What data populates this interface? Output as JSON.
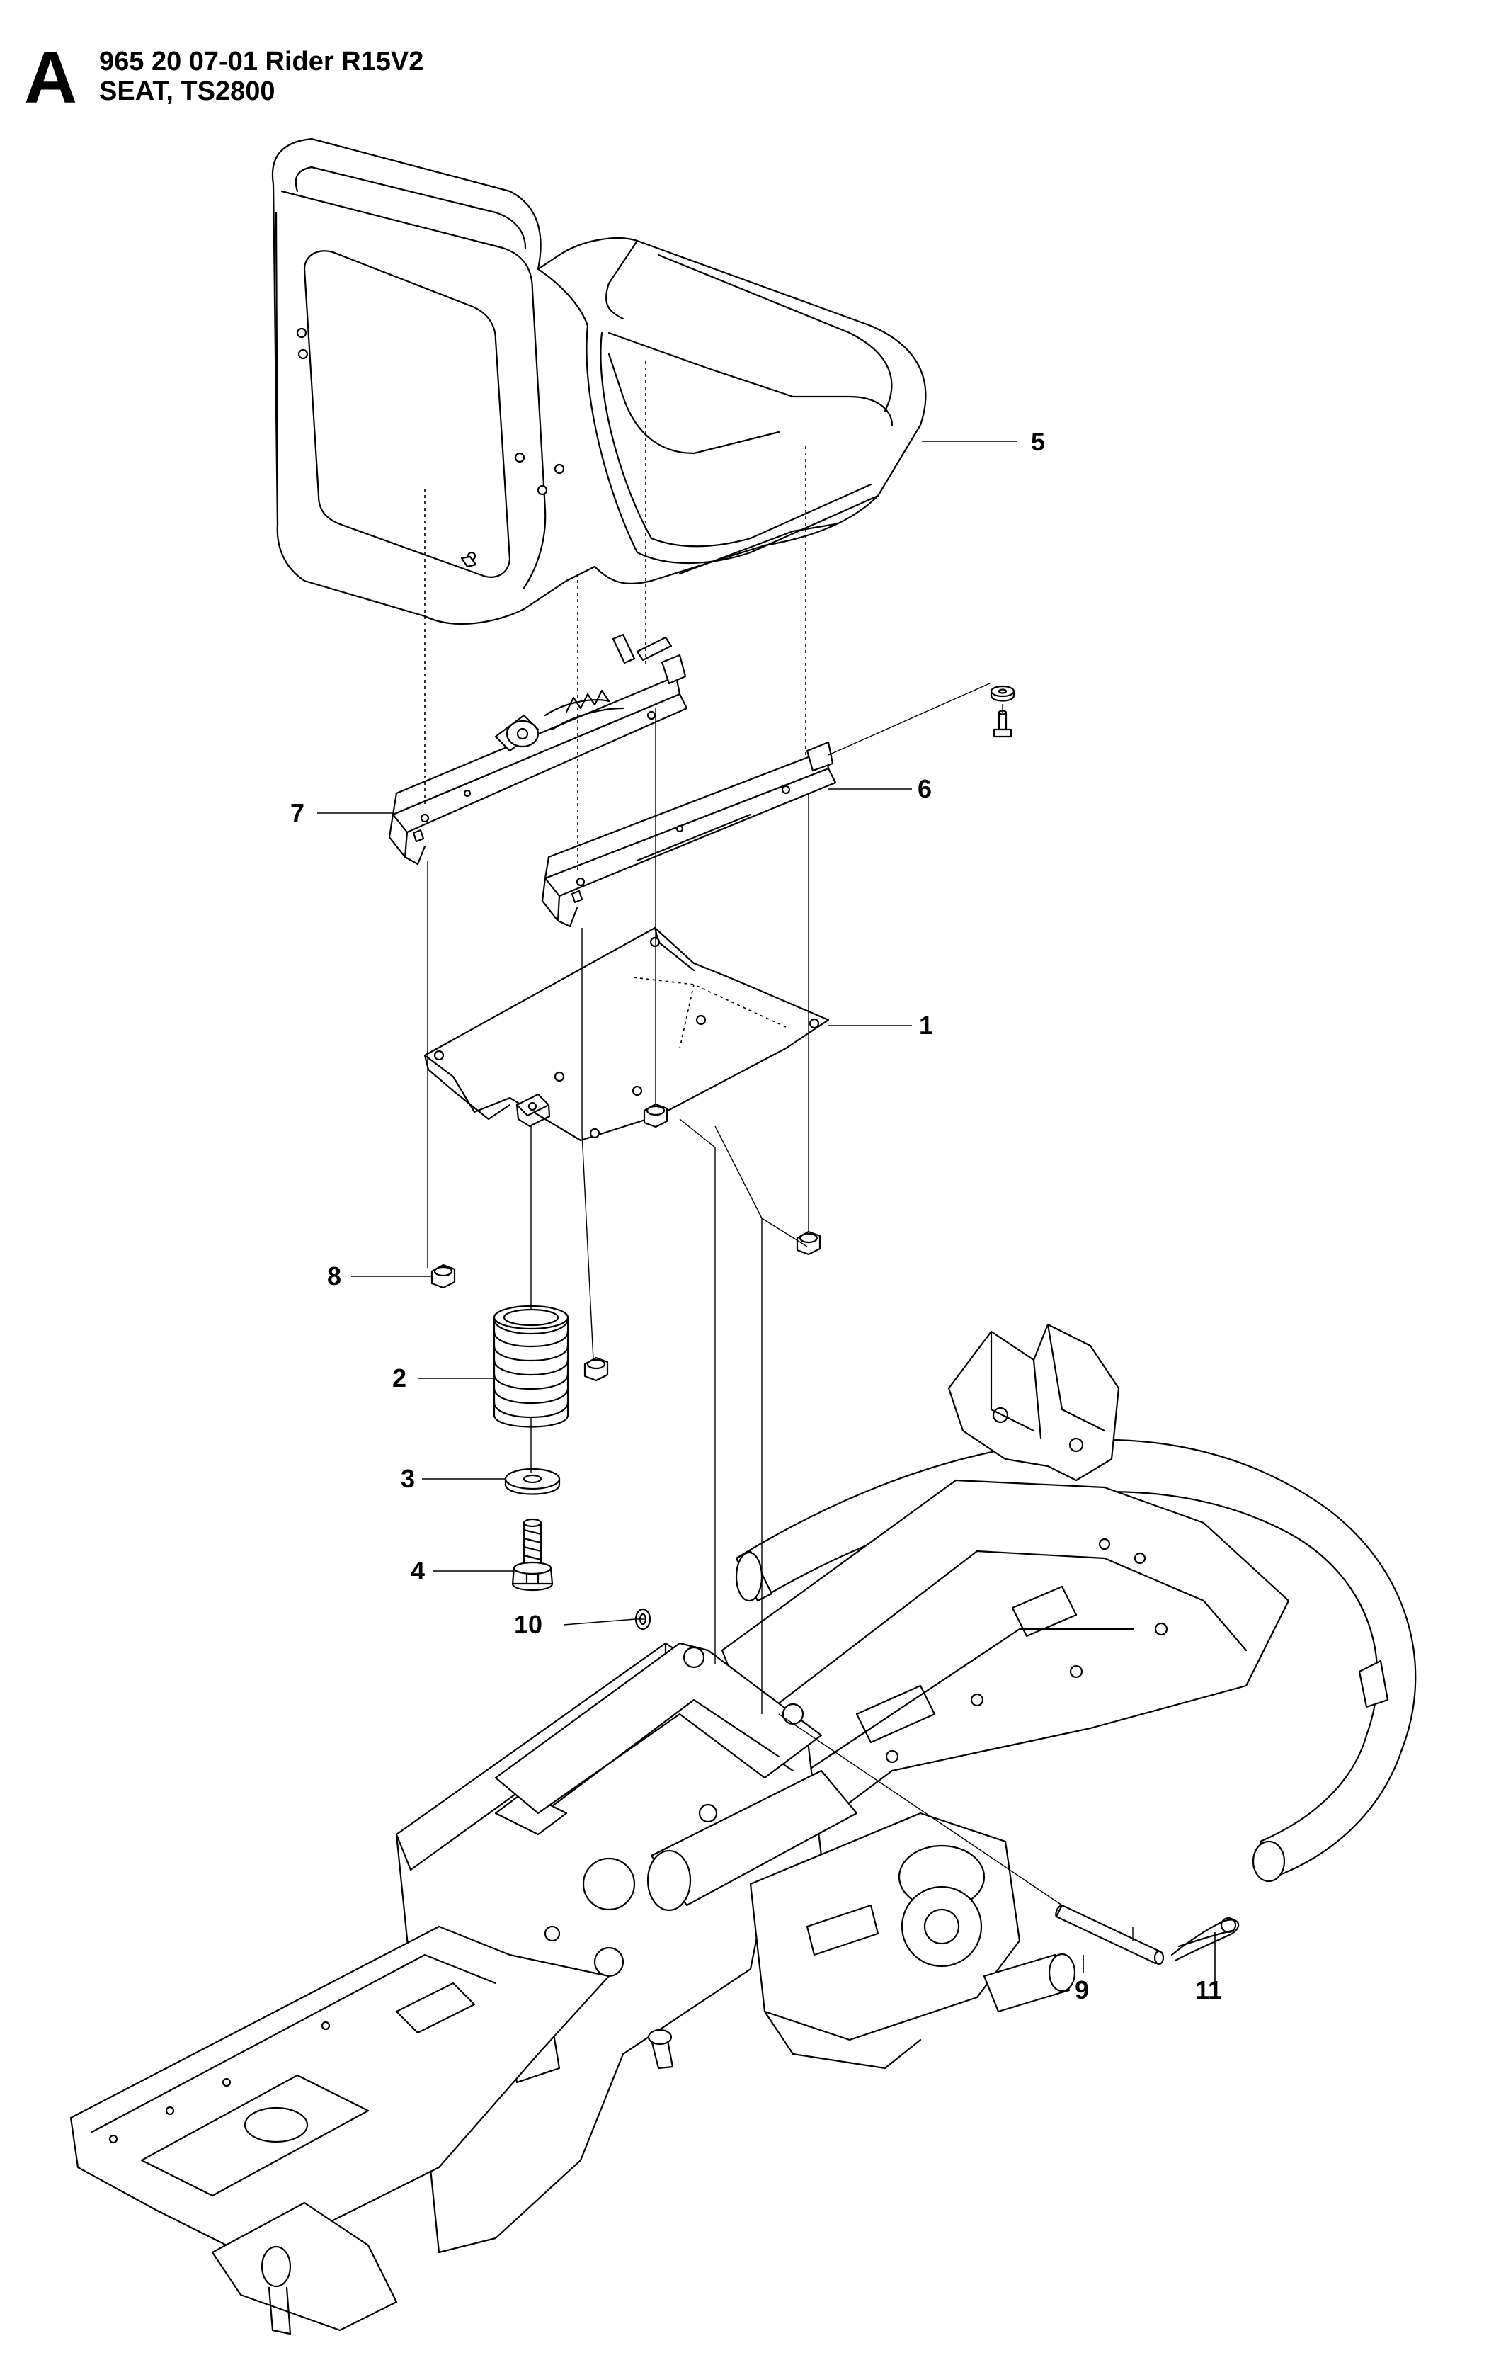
{
  "header": {
    "section_letter": "A",
    "model_line": "965 20 07-01 Rider R15V2",
    "assembly_line": "SEAT, TS2800"
  },
  "callouts": [
    "1",
    "2",
    "3",
    "4",
    "5",
    "6",
    "7",
    "8",
    "9",
    "10",
    "11"
  ],
  "icons": [
    "seat",
    "seat-slide-rail",
    "mounting-plate",
    "spring",
    "washer",
    "bolt",
    "nut",
    "pivot-pin",
    "hair-pin-clip",
    "frame"
  ]
}
